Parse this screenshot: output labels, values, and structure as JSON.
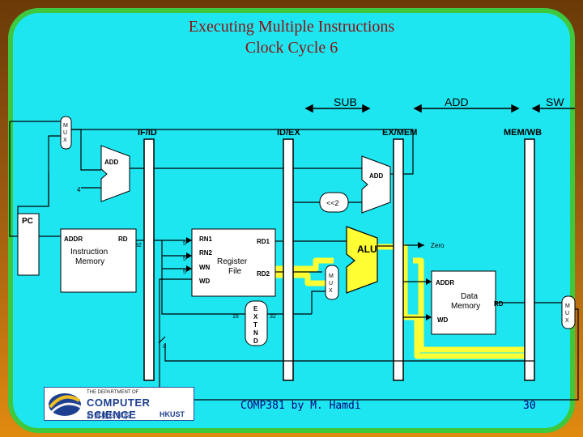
{
  "title": {
    "line1": "Executing Multiple Instructions",
    "line2": "Clock Cycle 6"
  },
  "stages": {
    "sub": "SUB",
    "add": "ADD",
    "sw": "SW"
  },
  "pipeline_registers": {
    "ifid": "IF/ID",
    "idex": "ID/EX",
    "exmem": "EX/MEM",
    "memwb": "MEM/WB"
  },
  "labels": {
    "mux": [
      "M",
      "U",
      "X"
    ],
    "add": "ADD",
    "four": "4",
    "pc": "PC",
    "addr": "ADDR",
    "rd": "RD",
    "imem1": "Instruction",
    "imem2": "Memory",
    "w32": "32",
    "w5": "5",
    "w16": "16",
    "rn1": "RN1",
    "rn2": "RN2",
    "wn": "WN",
    "wd": "WD",
    "rd1": "RD1",
    "rd2": "RD2",
    "rf1": "Register",
    "rf2": "File",
    "shift": "<<2",
    "alu": "ALU",
    "zero": "Zero",
    "extend": [
      "E",
      "X",
      "T",
      "N",
      "D"
    ],
    "dmem1": "Data",
    "dmem2": "Memory",
    "c": "C"
  },
  "footer": {
    "text": "COMP381 by M. Hamdi",
    "page": "30"
  },
  "logo": {
    "top": "THE DEPARTMENT OF",
    "name": "COMPUTER SCIENCE",
    "bottom": "計算機科學系",
    "hkust": "HKUST"
  },
  "colors": {
    "background": "#1ee6f0",
    "border": "#3ec83e",
    "highlight": "#ffff33",
    "title": "#8b1010",
    "footer": "#000080"
  }
}
